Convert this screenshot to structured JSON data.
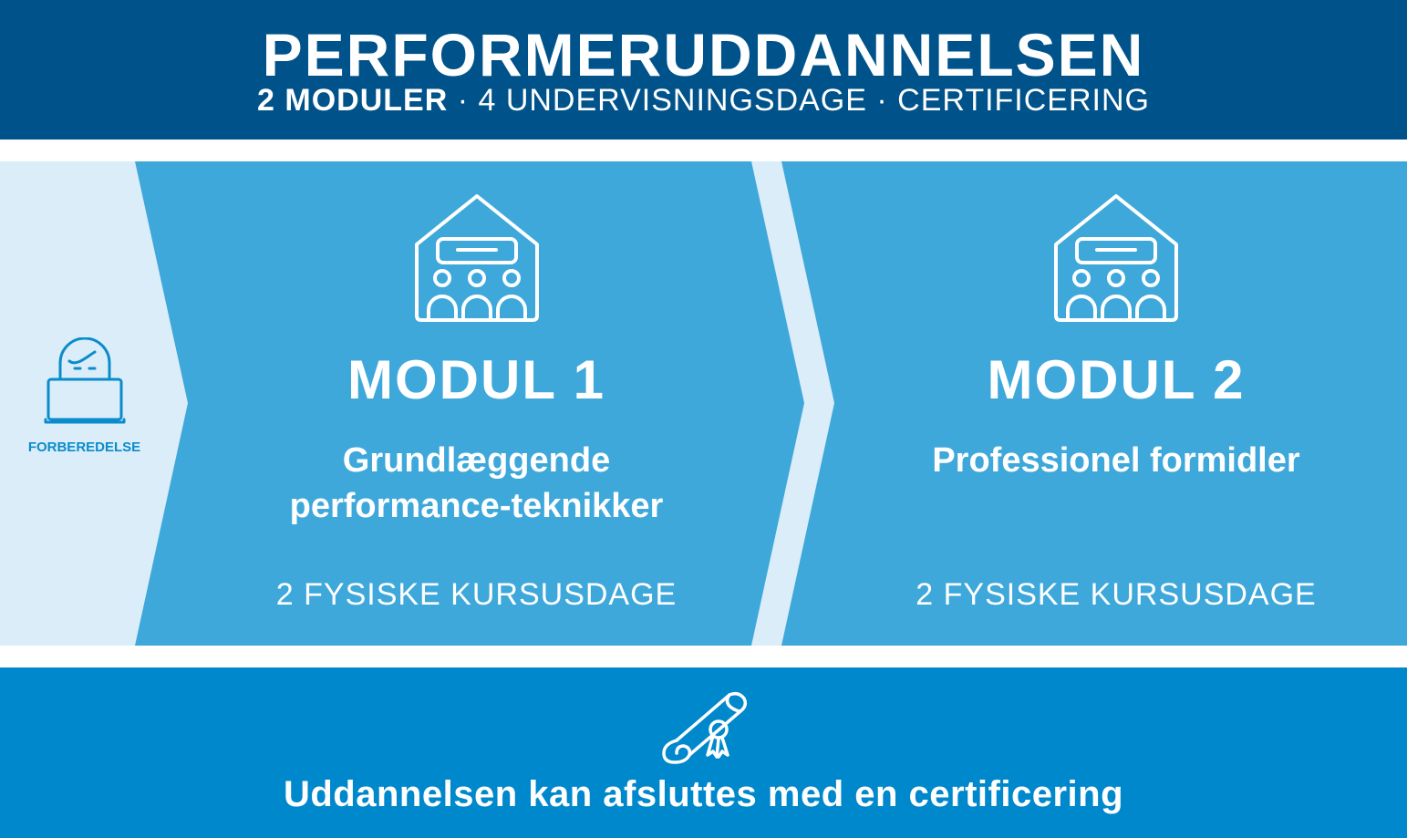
{
  "header": {
    "title": "PERFORMERUDDANNELSEN",
    "subtitle_bold": "2 MODULER",
    "subtitle_rest": " · 4 UNDERVISNINGSDAGE · CERTIFICERING"
  },
  "prep": {
    "label": "FORBEREDELSE",
    "icon": "laptop-person-icon"
  },
  "modules": [
    {
      "title": "MODUL 1",
      "subtitle_line1": "Grundlæggende",
      "subtitle_line2": "performance-teknikker",
      "days": "2 FYSISKE KURSUSDAGE",
      "icon": "classroom-icon"
    },
    {
      "title": "MODUL 2",
      "subtitle_line1": "Professionel formidler",
      "subtitle_line2": "",
      "days": "2 FYSISKE KURSUSDAGE",
      "icon": "classroom-icon"
    }
  ],
  "footer": {
    "text": "Uddannelsen kan afsluttes med en certificering",
    "icon": "diploma-icon"
  },
  "colors": {
    "header_bg": "#00538a",
    "prep_bg": "#daedf8",
    "module_bg": "#3ea8db",
    "footer_bg": "#0088cc",
    "prep_text": "#0a8ccc"
  }
}
